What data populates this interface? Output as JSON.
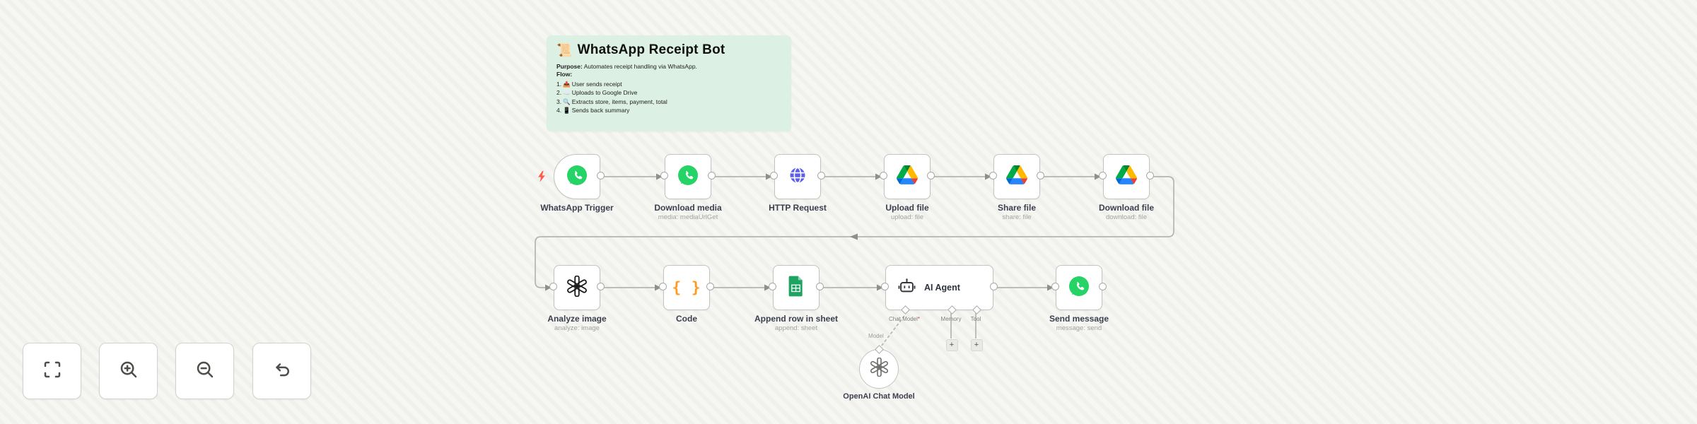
{
  "sticky": {
    "icon": "📜",
    "title": "WhatsApp Receipt Bot",
    "purpose_label": "Purpose:",
    "purpose_text": " Automates receipt handling via WhatsApp.",
    "flow_label": "Flow:",
    "steps": [
      {
        "num": "1.",
        "icon": "📤",
        "text": "User sends receipt"
      },
      {
        "num": "2.",
        "icon": "☁️",
        "text": "Uploads to Google Drive"
      },
      {
        "num": "3.",
        "icon": "🔍",
        "text": "Extracts store, items, payment, total"
      },
      {
        "num": "4.",
        "icon": "📱",
        "text": "Sends back summary"
      }
    ]
  },
  "nodes": {
    "whatsapp_trigger": {
      "label": "WhatsApp Trigger"
    },
    "download_media": {
      "label": "Download media",
      "sublabel": "media: mediaUrlGet"
    },
    "http_request": {
      "label": "HTTP Request"
    },
    "upload_file": {
      "label": "Upload file",
      "sublabel": "upload: file"
    },
    "share_file": {
      "label": "Share file",
      "sublabel": "share: file"
    },
    "download_file": {
      "label": "Download file",
      "sublabel": "download: file"
    },
    "analyze_image": {
      "label": "Analyze image",
      "sublabel": "analyze: image"
    },
    "code": {
      "label": "Code"
    },
    "append_sheet": {
      "label": "Append row in sheet",
      "sublabel": "append: sheet"
    },
    "ai_agent": {
      "label": "AI Agent",
      "inputs": {
        "chat_model": "Chat Model",
        "required_marker": "*",
        "memory": "Memory",
        "tool": "Tool"
      },
      "model_link_label": "Model"
    },
    "send_message": {
      "label": "Send message",
      "sublabel": "message: send"
    },
    "openai_chat_model": {
      "label": "OpenAI Chat Model"
    }
  },
  "icons": {
    "plus": "+",
    "code_glyph": "{ }"
  },
  "toolbar": {
    "buttons": [
      "zoom-to-fit",
      "zoom-in",
      "zoom-out",
      "undo"
    ]
  },
  "colors": {
    "canvas": "#F6F6F3",
    "sticky_bg": "#DCF0E3",
    "whatsapp_green": "#25D366",
    "http_indigo": "#5D5FE8",
    "code_orange": "#FF9A1F",
    "sheets_green": "#1DA462",
    "openai_black": "#1A1A1A",
    "trigger_bolt": "#FF5A47",
    "wire_gray": "#B4B4B1",
    "drive_palette": [
      "#0066DA",
      "#00AC47",
      "#EA4335",
      "#00832D",
      "#2684FC",
      "#FFBA00"
    ]
  }
}
